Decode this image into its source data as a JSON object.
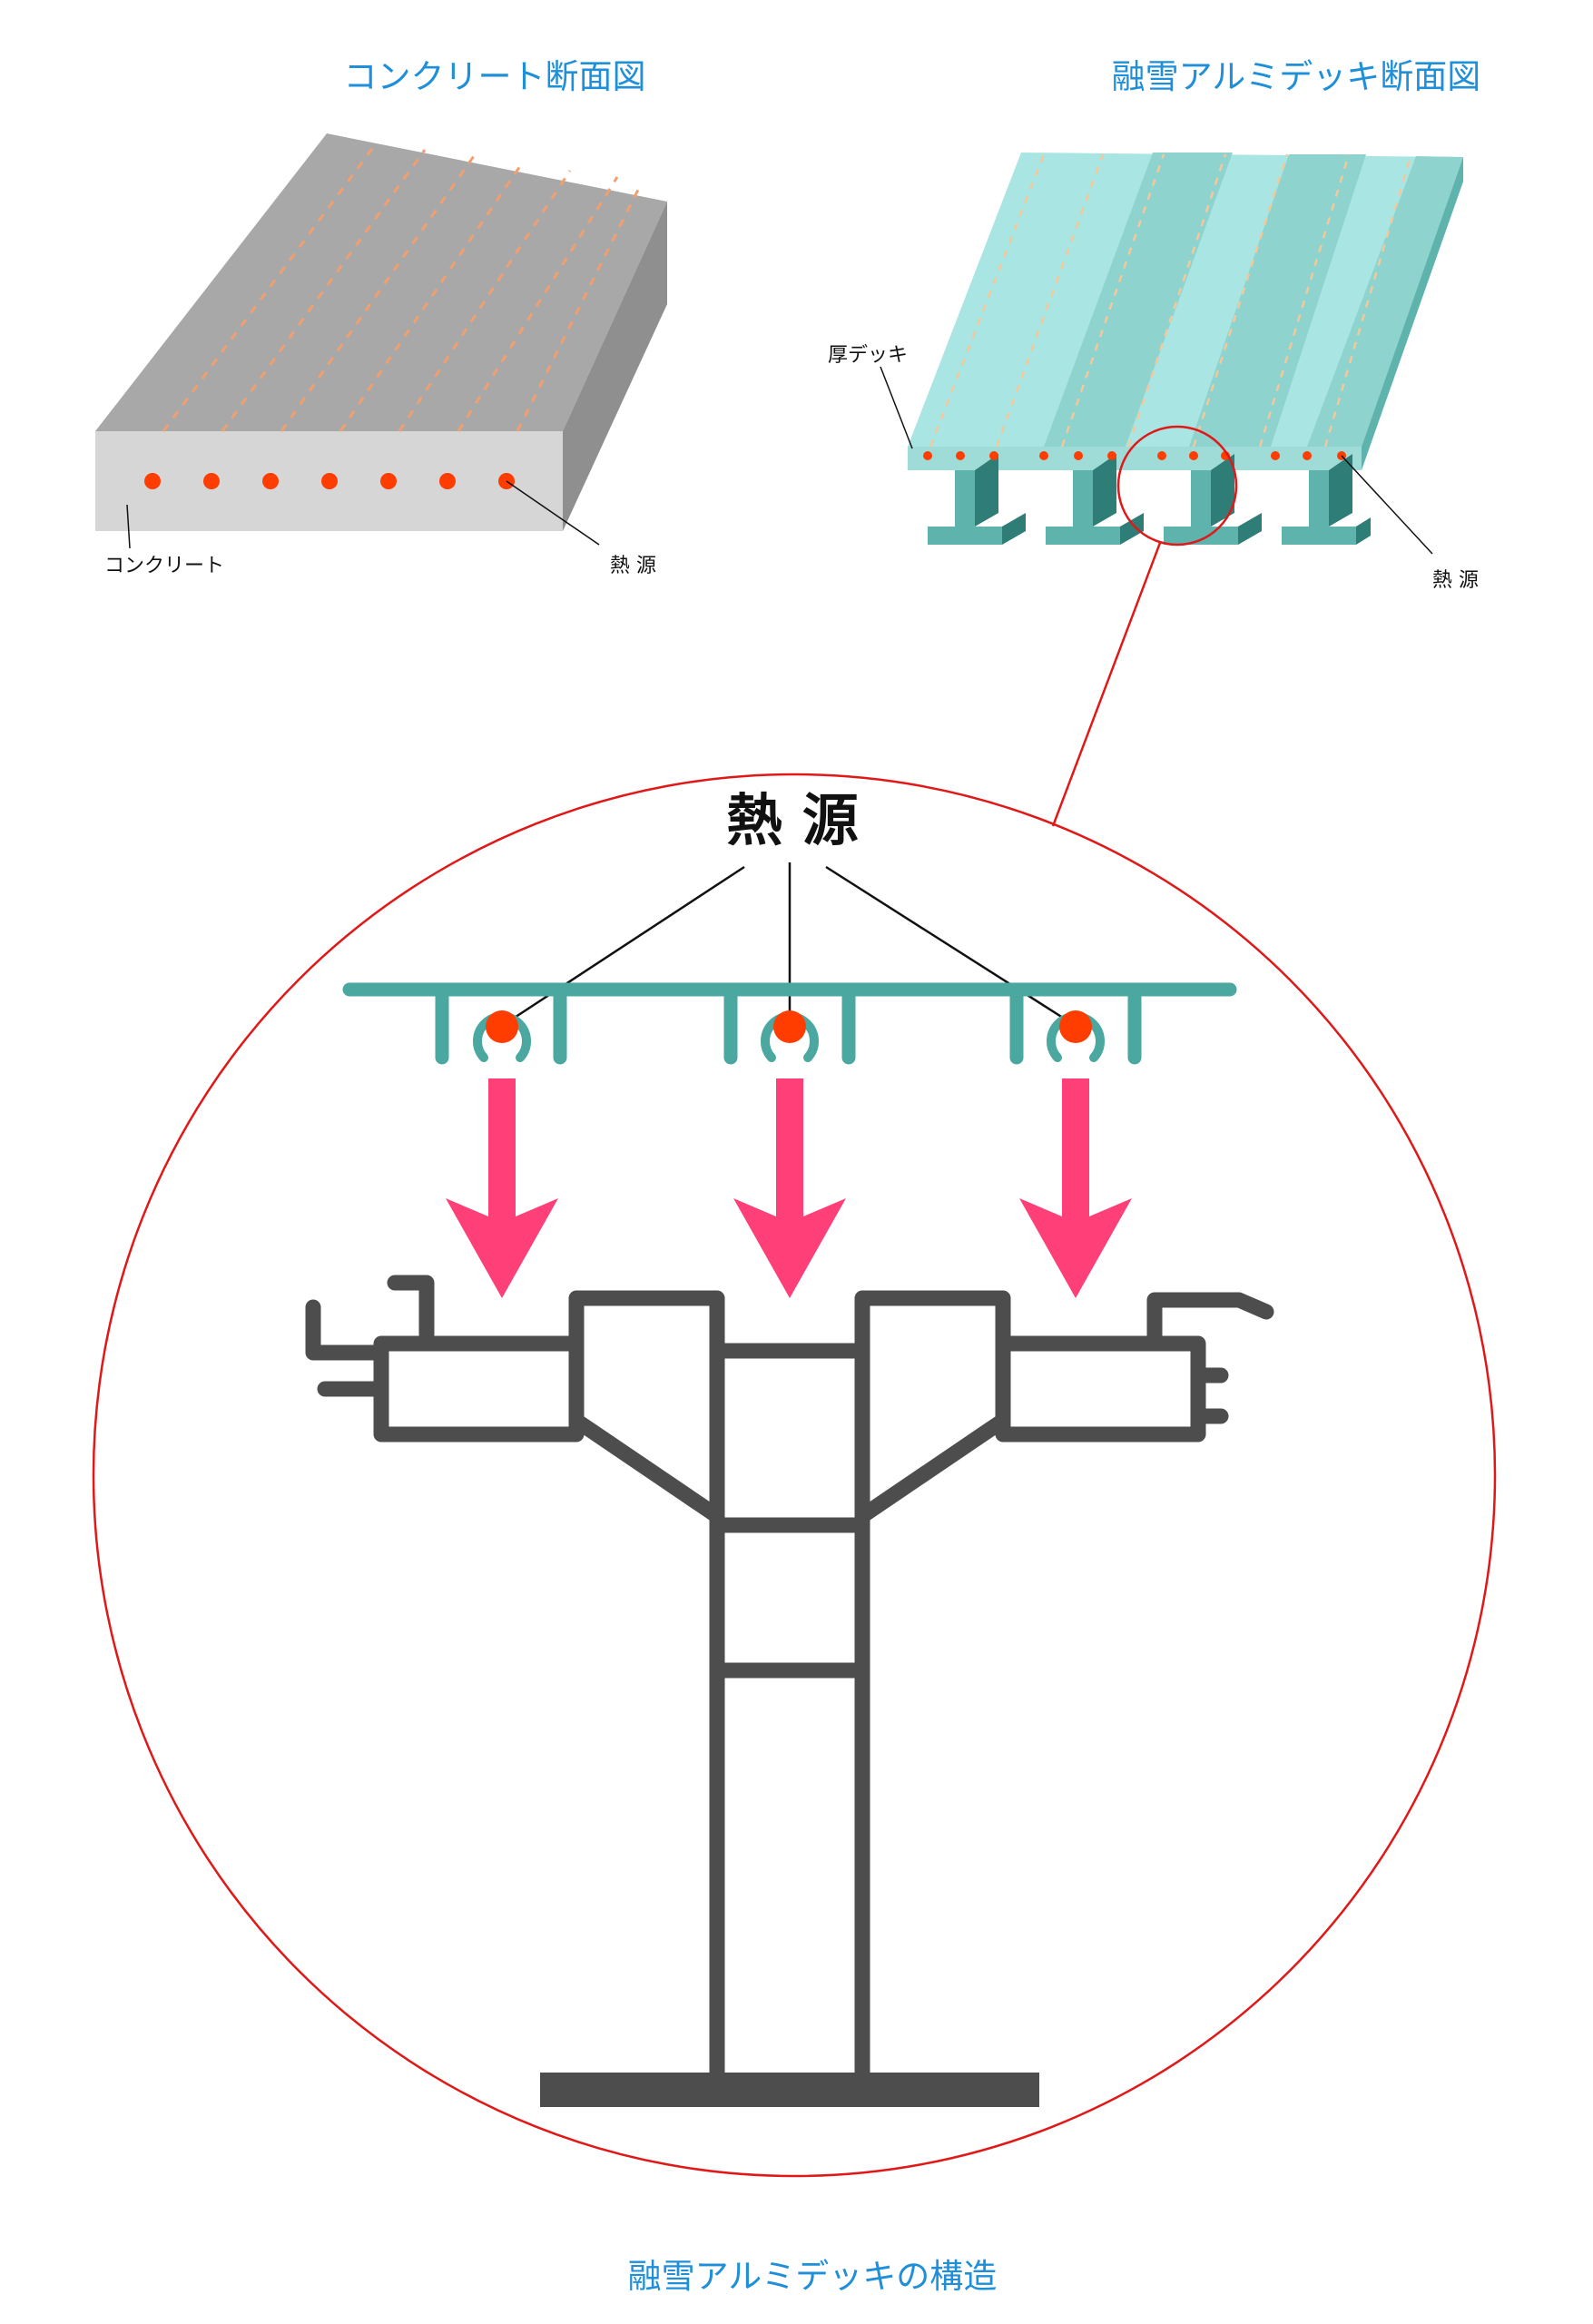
{
  "titles": {
    "concrete": "コンクリート断面図",
    "deck": "融雪アルミデッキ断面図",
    "structure": "融雪アルミデッキの構造"
  },
  "labels": {
    "concrete_material": "コンクリート",
    "heat_source_concrete": "熱 源",
    "thick_deck": "厚デッキ",
    "heat_source_deck": "熱 源",
    "heat_source_detail": "熱 源"
  },
  "colors": {
    "title_blue": "#1e8fd8",
    "heat_dot": "#ff3d00",
    "arrow_pink": "#ff3f78",
    "deck_teal": "#4aa8a0",
    "deck_cyan_light": "#a9e6e3",
    "frame_gray": "#4d4d4d",
    "zoom_red": "#e01818",
    "concrete_top": "#a8a8a8",
    "concrete_front": "#d6d6d6",
    "concrete_side": "#8f8f8f"
  },
  "icons": {
    "heat_source": "heat-source-dot-icon",
    "heat_flow": "down-arrow-icon"
  }
}
